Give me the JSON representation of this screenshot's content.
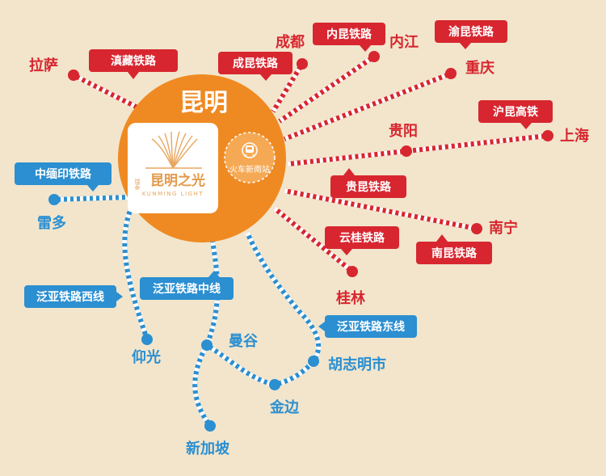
{
  "hub": {
    "title": "昆明",
    "logo_small": "瑞泰",
    "logo_main": "昆明之光",
    "logo_sub": "KUNMING LIGHT",
    "station_label": "火车新南站"
  },
  "cities": {
    "lasa": "拉萨",
    "chengdu": "成都",
    "neijiang": "内江",
    "chongqing": "重庆",
    "guiyang": "贵阳",
    "shanghai": "上海",
    "nanning": "南宁",
    "guilin": "桂林",
    "leiduo": "雷多",
    "yangguang": "仰光",
    "mangu": "曼谷",
    "huzhiming": "胡志明市",
    "jinbian": "金边",
    "xinjiapo": "新加坡"
  },
  "railways": {
    "dianzang": "滇藏铁路",
    "chengkun": "成昆铁路",
    "neikun": "内昆铁路",
    "yukun": "渝昆铁路",
    "hukun": "沪昆高铁",
    "guikun": "贵昆铁路",
    "yungui": "云桂铁路",
    "nankun": "南昆铁路",
    "zhongmianyin": "中缅印铁路",
    "fanya_west": "泛亚铁路西线",
    "fanya_middle": "泛亚铁路中线",
    "fanya_east": "泛亚铁路东线"
  },
  "colors": {
    "background": "#f2e5cc",
    "domestic_red": "#d7262f",
    "international_blue": "#2b8fd1",
    "hub_orange": "#ef8a22",
    "hub_inner_orange": "#f6a954"
  },
  "icons": {
    "station": "train-icon",
    "logo": "book-fan-logo-icon"
  }
}
